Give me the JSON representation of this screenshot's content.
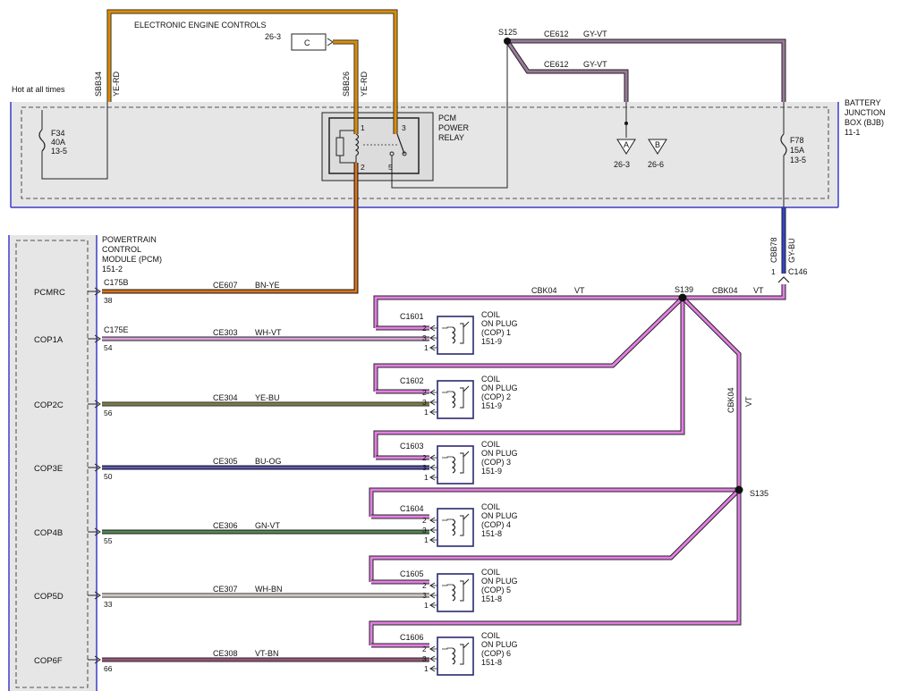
{
  "top": {
    "eec_title": "ELECTRONIC ENGINE CONTROLS",
    "eec_page": "26-3",
    "connector_c": "C",
    "hot_at_all_times": "Hot at all times",
    "sbb34_circuit": "SBB34",
    "sbb34_color": "YE-RD",
    "sbb26_circuit": "SBB26",
    "sbb26_color": "YE-RD"
  },
  "bjb": {
    "label": [
      "BATTERY",
      "JUNCTION",
      "BOX (BJB)",
      "11-1"
    ],
    "f34": [
      "F34",
      "40A",
      "13-5"
    ],
    "f78": [
      "F78",
      "15A",
      "13-5"
    ],
    "relay_label": [
      "PCM",
      "POWER",
      "RELAY"
    ],
    "relay_pins": [
      "1",
      "2",
      "3",
      "5"
    ]
  },
  "splice_top": {
    "name": "S125",
    "ce612_a_circuit": "CE612",
    "ce612_a_color": "GY-VT",
    "ce612_b_circuit": "CE612",
    "ce612_b_color": "GY-VT",
    "arrow_a": "A",
    "arrow_a_page": "26-3",
    "arrow_b": "B",
    "arrow_b_page": "26-6"
  },
  "pcm": {
    "label": [
      "POWERTRAIN",
      "CONTROL",
      "MODULE (PCM)",
      "151-2"
    ],
    "c175b": "C175B",
    "c175e": "C175E",
    "pins": [
      {
        "name": "PCMRC",
        "pin": "38",
        "circuit": "CE607",
        "color": "BN-YE"
      },
      {
        "name": "COP1A",
        "pin": "54",
        "circuit": "CE303",
        "color": "WH-VT"
      },
      {
        "name": "COP2C",
        "pin": "56",
        "circuit": "CE304",
        "color": "YE-BU"
      },
      {
        "name": "COP3E",
        "pin": "50",
        "circuit": "CE305",
        "color": "BU-OG"
      },
      {
        "name": "COP4B",
        "pin": "55",
        "circuit": "CE306",
        "color": "GN-VT"
      },
      {
        "name": "COP5D",
        "pin": "33",
        "circuit": "CE307",
        "color": "WH-BN"
      },
      {
        "name": "COP6F",
        "pin": "66",
        "circuit": "CE308",
        "color": "VT-BN"
      }
    ]
  },
  "cbb78": {
    "circuit": "CBB78",
    "color": "GY-BU",
    "pin": "1",
    "connector": "C146"
  },
  "splices": {
    "s139": "S139",
    "s135": "S135"
  },
  "cbk04": {
    "circuit": "CBK04",
    "color": "VT"
  },
  "coils": [
    {
      "connector": "C1601",
      "label": [
        "COIL",
        "ON PLUG",
        "(COP) 1",
        "151-9"
      ],
      "pin_top": "2",
      "pin_mid": "3",
      "pin_bot": "1"
    },
    {
      "connector": "C1602",
      "label": [
        "COIL",
        "ON PLUG",
        "(COP) 2",
        "151-9"
      ],
      "pin_top": "2",
      "pin_mid": "3",
      "pin_bot": "1"
    },
    {
      "connector": "C1603",
      "label": [
        "COIL",
        "ON PLUG",
        "(COP) 3",
        "151-9"
      ],
      "pin_top": "2",
      "pin_mid": "3",
      "pin_bot": "1"
    },
    {
      "connector": "C1604",
      "label": [
        "COIL",
        "ON PLUG",
        "(COP) 4",
        "151-8"
      ],
      "pin_top": "2",
      "pin_mid": "3",
      "pin_bot": "1"
    },
    {
      "connector": "C1605",
      "label": [
        "COIL",
        "ON PLUG",
        "(COP) 5",
        "151-8"
      ],
      "pin_top": "2",
      "pin_mid": "3",
      "pin_bot": "1"
    },
    {
      "connector": "C1606",
      "label": [
        "COIL",
        "ON PLUG",
        "(COP) 6",
        "151-8"
      ],
      "pin_top": "2",
      "pin_mid": "3",
      "pin_bot": "1"
    }
  ],
  "colors": {
    "vt": "#e37ee3",
    "gy_vt": "#9a7a9a",
    "ye_rd": "#f2b800",
    "bn_ye": "#c8501e",
    "wh_vt": "#d8a0d8",
    "ye_bu": "#9a9a20",
    "bu_og": "#2233cc",
    "gn_vt": "#2a8a2a",
    "wh_bn": "#a89070",
    "vt_bn": "#a05a9a",
    "gy_bu": "#3344cc",
    "frame_blue": "#3b3bcc"
  }
}
